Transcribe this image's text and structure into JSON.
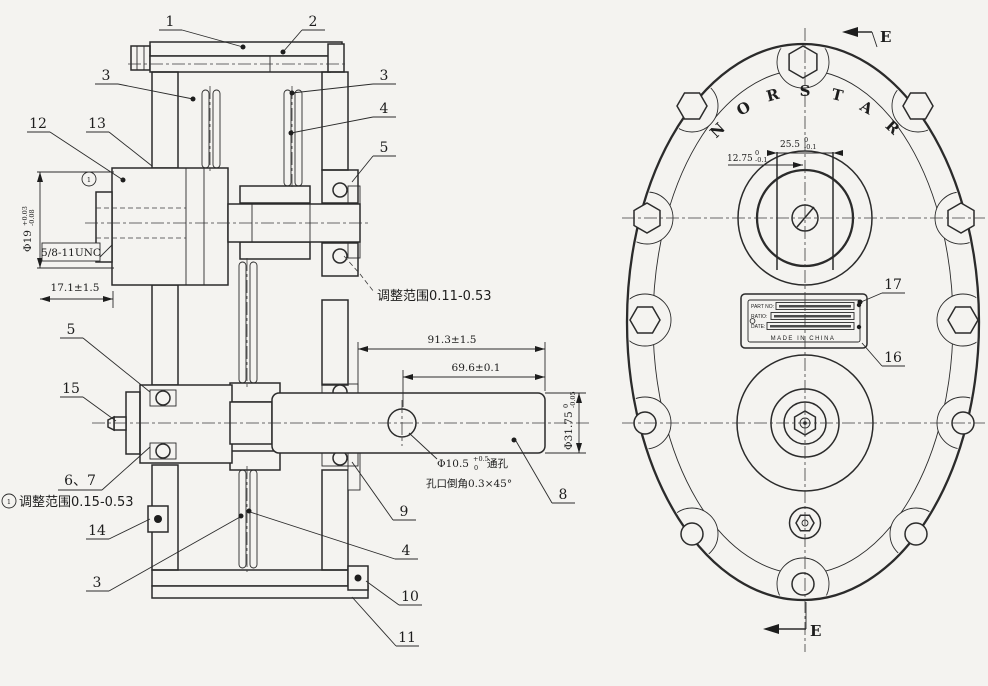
{
  "colors": {
    "paper": "#f4f3f0",
    "ink": "#2b2b2b"
  },
  "section_view": {
    "callouts": {
      "n1": "1",
      "n2": "2",
      "n3a": "3",
      "n3b": "3",
      "n3c": "3",
      "n4b": "4",
      "n4c": "4",
      "n5a": "5",
      "n5b": "5",
      "n67": "6、7",
      "n8": "8",
      "n9": "9",
      "n10": "10",
      "n11": "11",
      "n12": "12",
      "n13": "13",
      "n14": "14",
      "n15": "15"
    },
    "marks": {
      "hub_circle": "1",
      "note_prefix": "1"
    },
    "notes": {
      "adjust_upper": "调整范围0.11-0.53",
      "adjust_lower": "调整范围0.15-0.53"
    },
    "dims": {
      "thread": "5/8-11UNC",
      "hub_depth": "17.1±1.5",
      "shaft_len_outer": "91.3±1.5",
      "shaft_len_inner": "69.6±0.1",
      "bore": {
        "value": "Φ19",
        "tol_top": "+0.03",
        "tol_bottom": "-0.08"
      },
      "shaft_dia": {
        "value": "Φ31.75",
        "tol_top": "0",
        "tol_bottom": "-0.05"
      },
      "cross_hole": {
        "value": "Φ10.5",
        "tol_top": "+0.5",
        "tol_bottom": "0",
        "suffix": "通孔"
      },
      "chamfer": "孔口倒角0.3×45°"
    }
  },
  "end_view": {
    "brand": [
      "N",
      "O",
      "R",
      "S",
      "T",
      "A",
      "R"
    ],
    "section_label": "E",
    "callouts": {
      "n16": "16",
      "n17": "17"
    },
    "dims": {
      "keyway_width": {
        "value": "25.5",
        "tol_top": "0",
        "tol_bottom": "-0.1"
      },
      "keyway_half": {
        "value": "12.75",
        "tol_top": "0",
        "tol_bottom": "-0.1"
      }
    },
    "nameplate": {
      "part_no_label": "PART NO:",
      "ratio_label": "RATIO:",
      "date_label": "DATE:",
      "made_in": "MADE IN CHINA"
    }
  }
}
